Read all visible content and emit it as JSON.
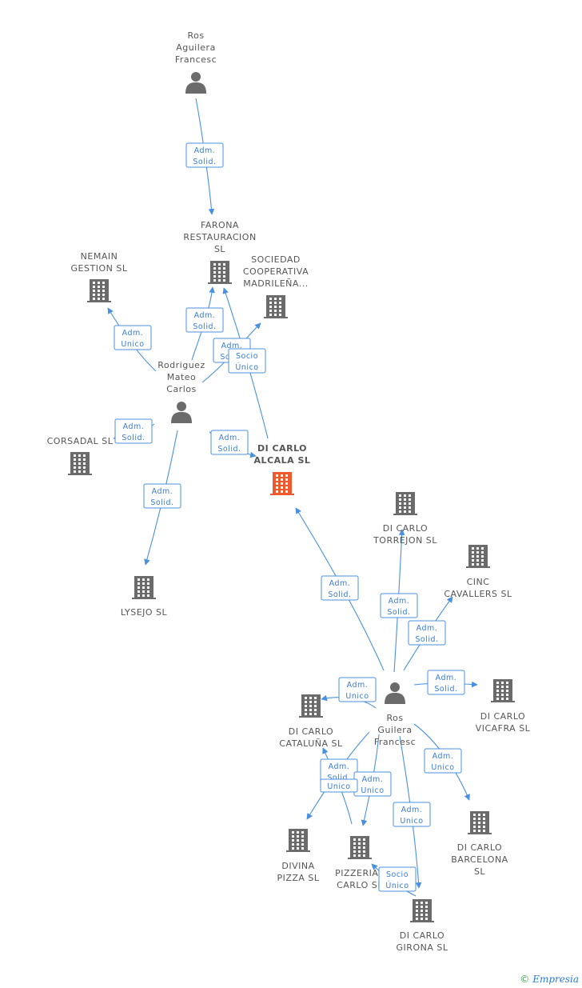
{
  "colors": {
    "edge": "#4a90e2",
    "node": "#6b6b6b",
    "main": "#ee5a2e",
    "text": "#555555"
  },
  "nodes": [
    {
      "id": "ros_aguilera",
      "kind": "person",
      "label": [
        "Ros",
        "Aguilera",
        "Francesc"
      ]
    },
    {
      "id": "farona",
      "kind": "company",
      "label": [
        "FARONA",
        "RESTAURACION",
        "SL"
      ]
    },
    {
      "id": "nemain",
      "kind": "company",
      "label": [
        "NEMAIN",
        "GESTION SL"
      ]
    },
    {
      "id": "sociedad",
      "kind": "company",
      "label": [
        "SOCIEDAD",
        "COOPERATIVA",
        "MADRILEÑA..."
      ]
    },
    {
      "id": "rodriguez",
      "kind": "person",
      "label": [
        "Rodriguez",
        "Mateo",
        "Carlos"
      ]
    },
    {
      "id": "corsadal",
      "kind": "company",
      "label": [
        "CORSADAL SL"
      ]
    },
    {
      "id": "dicarlo_alcala",
      "kind": "main",
      "label": [
        "DI CARLO",
        "ALCALA SL"
      ]
    },
    {
      "id": "lysejo",
      "kind": "company",
      "label": [
        "LYSEJO SL"
      ]
    },
    {
      "id": "torrejon",
      "kind": "company",
      "label": [
        "DI CARLO",
        "TORREJON SL"
      ]
    },
    {
      "id": "cinc",
      "kind": "company",
      "label": [
        "CINC",
        "CAVALLERS SL"
      ]
    },
    {
      "id": "ros_guilera",
      "kind": "person",
      "label": [
        "Ros",
        "Guilera",
        "Francesc"
      ]
    },
    {
      "id": "vicafra",
      "kind": "company",
      "label": [
        "DI CARLO",
        "VICAFRA SL"
      ]
    },
    {
      "id": "cataluna",
      "kind": "company",
      "label": [
        "DI CARLO",
        "CATALUÑA  SL"
      ]
    },
    {
      "id": "barcelona",
      "kind": "company",
      "label": [
        "DI CARLO",
        "BARCELONA",
        "SL"
      ]
    },
    {
      "id": "divina",
      "kind": "company",
      "label": [
        "DIVINA",
        "PIZZA  SL"
      ]
    },
    {
      "id": "pizzerias",
      "kind": "company",
      "label": [
        "PIZZERIAS",
        "CARLO SL"
      ]
    },
    {
      "id": "girona",
      "kind": "company",
      "label": [
        "DI CARLO",
        "GIRONA  SL"
      ]
    }
  ],
  "edges": [
    {
      "from": "ros_aguilera",
      "to": "farona",
      "label": [
        "Adm.",
        "Solid."
      ]
    },
    {
      "from": "rodriguez",
      "to": "farona",
      "label": [
        "Adm.",
        "Solid."
      ]
    },
    {
      "from": "rodriguez",
      "to": "nemain",
      "label": [
        "Adm.",
        "Unico"
      ]
    },
    {
      "from": "rodriguez",
      "to": "sociedad",
      "label": [
        "Adm.",
        "Solid."
      ]
    },
    {
      "from": "dicarlo_alcala",
      "to": "farona",
      "label": [
        "Socio",
        "Único"
      ]
    },
    {
      "from": "rodriguez",
      "to": "corsadal",
      "label": [
        "Adm.",
        "Solid."
      ]
    },
    {
      "from": "rodriguez",
      "to": "dicarlo_alcala",
      "label": [
        "Adm.",
        "Solid."
      ]
    },
    {
      "from": "rodriguez",
      "to": "lysejo",
      "label": [
        "Adm.",
        "Solid."
      ]
    },
    {
      "from": "ros_guilera",
      "to": "dicarlo_alcala",
      "label": [
        "Adm.",
        "Solid."
      ]
    },
    {
      "from": "ros_guilera",
      "to": "torrejon",
      "label": [
        "Adm.",
        "Solid."
      ]
    },
    {
      "from": "ros_guilera",
      "to": "cinc",
      "label": [
        "Adm.",
        "Solid."
      ]
    },
    {
      "from": "ros_guilera",
      "to": "vicafra",
      "label": [
        "Adm.",
        "Solid."
      ]
    },
    {
      "from": "ros_guilera",
      "to": "cataluna",
      "label": [
        "Adm.",
        "Unico"
      ]
    },
    {
      "from": "ros_guilera",
      "to": "barcelona",
      "label": [
        "Adm.",
        "Unico"
      ]
    },
    {
      "from": "ros_guilera",
      "to": "divina",
      "label": [
        "Adm.",
        "Solid."
      ]
    },
    {
      "from": "ros_guilera",
      "to": "pizzerias",
      "label": [
        "Adm.",
        "Unico"
      ]
    },
    {
      "from": "ros_guilera",
      "to": "girona",
      "label": [
        "Adm.",
        "Unico"
      ]
    },
    {
      "from": "pizzerias",
      "to": "cataluna",
      "label": [
        "Unico"
      ]
    },
    {
      "from": "girona",
      "to": "pizzerias",
      "label": [
        "Socio",
        "Único"
      ]
    }
  ],
  "footer": {
    "copyright": "©",
    "brand": "Empresia"
  }
}
